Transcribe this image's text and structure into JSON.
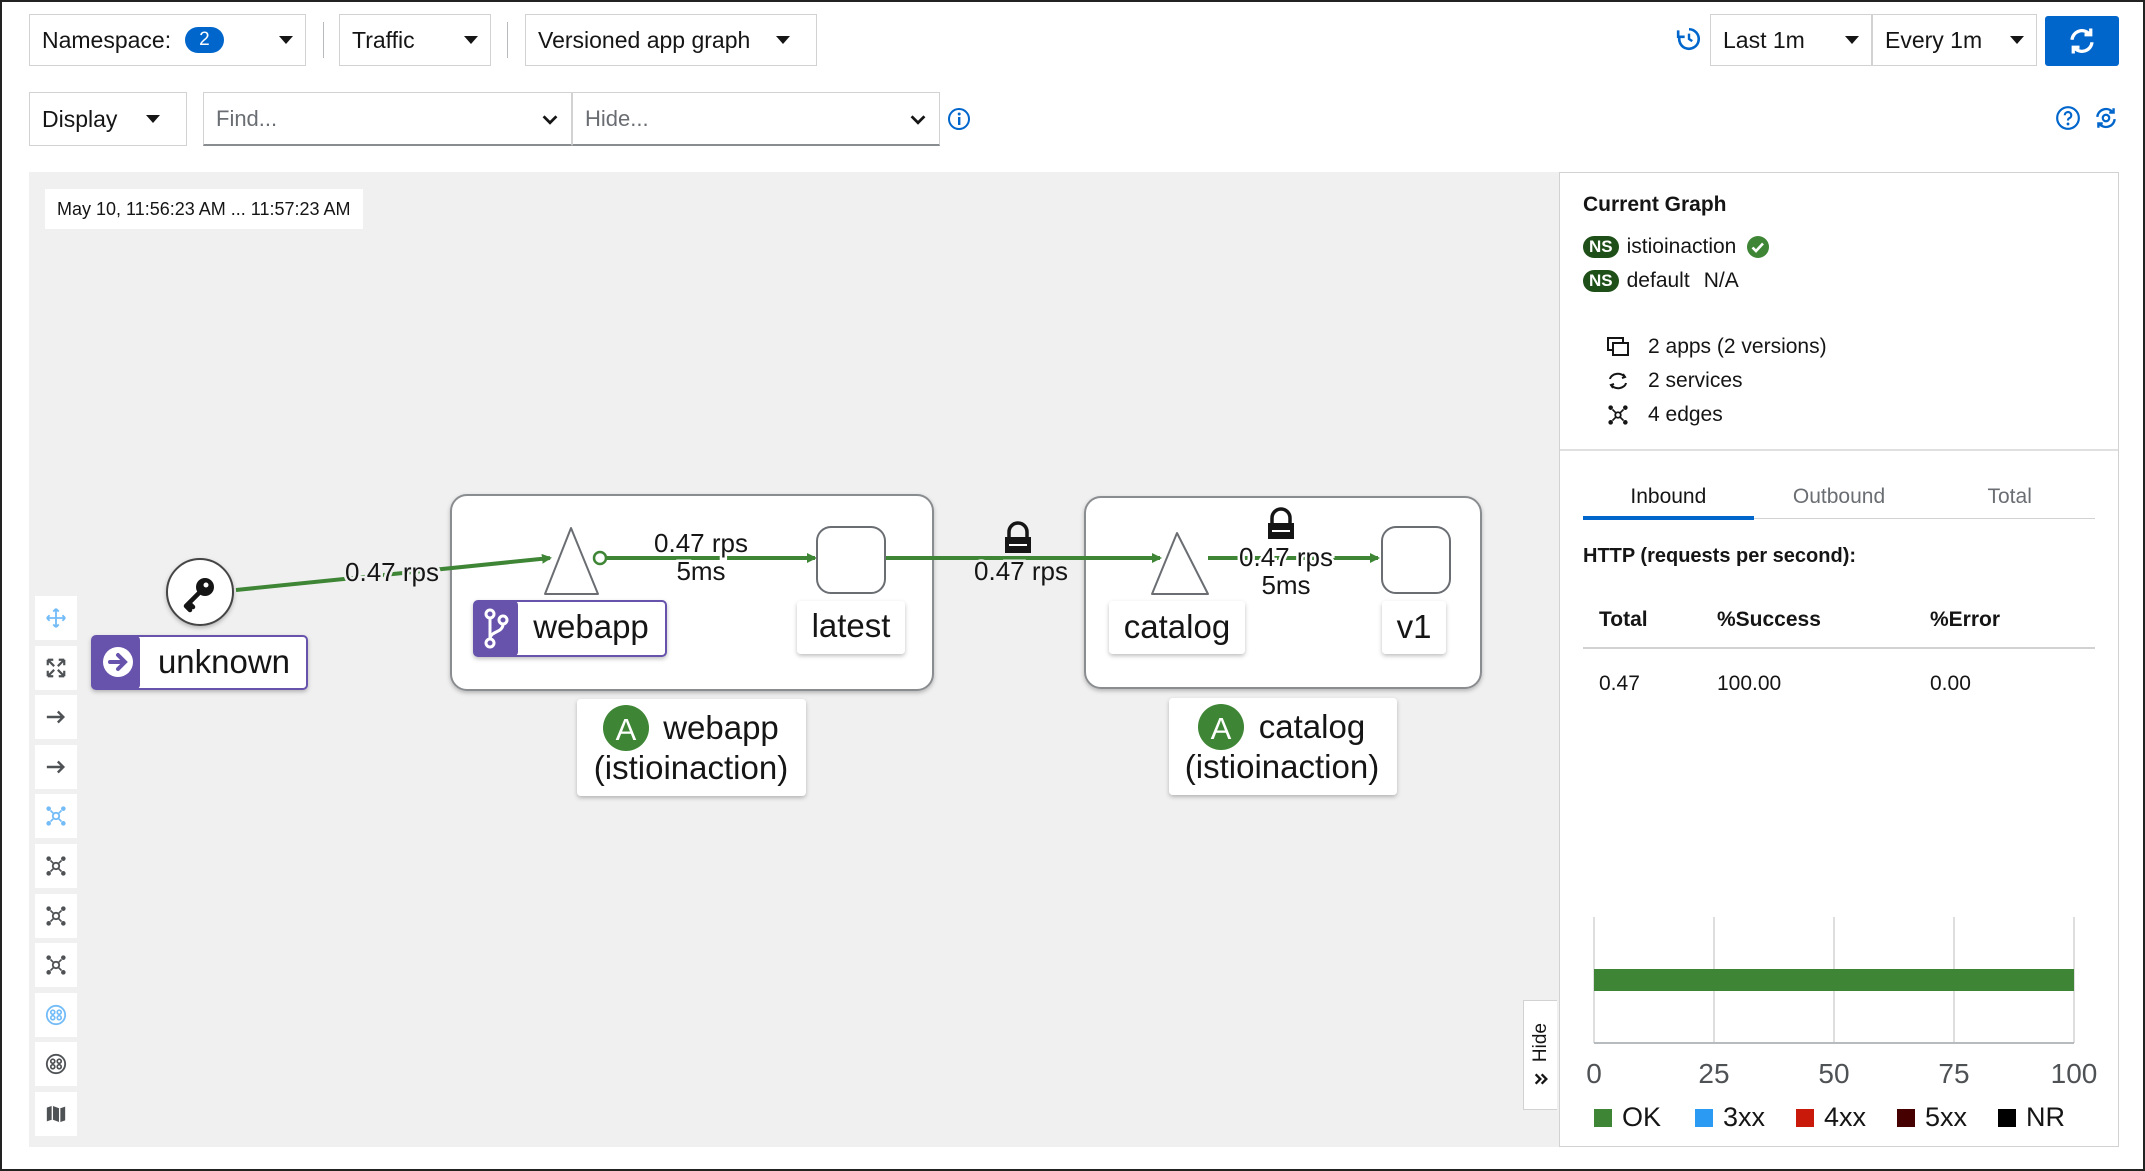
{
  "toolbar": {
    "namespace_label": "Namespace:",
    "namespace_count": "2",
    "traffic_label": "Traffic",
    "graph_type_label": "Versioned app graph",
    "duration_label": "Last 1m",
    "refresh_interval_label": "Every 1m",
    "display_label": "Display",
    "find_placeholder": "Find...",
    "hide_placeholder": "Hide..."
  },
  "graph": {
    "timestamp": "May 10, 11:56:23 AM ... 11:57:23 AM",
    "nodes": {
      "unknown": "unknown",
      "webapp_service": "webapp",
      "webapp_version": "latest",
      "catalog_service": "catalog",
      "catalog_version": "v1"
    },
    "boxes": {
      "webapp_badge": "A",
      "webapp_name": "webapp",
      "webapp_ns": "(istioinaction)",
      "catalog_badge": "A",
      "catalog_name": "catalog",
      "catalog_ns": "(istioinaction)"
    },
    "edges": {
      "unknown_to_webapp_rps": "0.47 rps",
      "webapp_internal_rps": "0.47 rps",
      "webapp_internal_latency": "5ms",
      "webapp_to_catalog_rps": "0.47 rps",
      "catalog_internal_rps": "0.47 rps",
      "catalog_internal_latency": "5ms"
    },
    "hide_label": "Hide"
  },
  "panel": {
    "title": "Current Graph",
    "ns_badge": "NS",
    "namespaces": [
      {
        "name": "istioinaction",
        "status": "ok"
      },
      {
        "name": "default",
        "status": "N/A"
      }
    ],
    "stats": {
      "apps": "2 apps (2 versions)",
      "services": "2 services",
      "edges": "4 edges"
    },
    "tabs": [
      "Inbound",
      "Outbound",
      "Total"
    ],
    "active_tab": "Inbound",
    "http_title": "HTTP (requests per second):",
    "table": {
      "headers": [
        "Total",
        "%Success",
        "%Error"
      ],
      "row": [
        "0.47",
        "100.00",
        "0.00"
      ]
    }
  },
  "chart_data": {
    "type": "bar",
    "orientation": "horizontal",
    "stacked": true,
    "xlim": [
      0,
      100
    ],
    "ticks": [
      "0",
      "25",
      "50",
      "75",
      "100"
    ],
    "series": [
      {
        "name": "OK",
        "values": [
          100
        ],
        "color": "#3e8635"
      },
      {
        "name": "3xx",
        "values": [
          0
        ],
        "color": "#2b9af3"
      },
      {
        "name": "4xx",
        "values": [
          0
        ],
        "color": "#c9190b"
      },
      {
        "name": "5xx",
        "values": [
          0
        ],
        "color": "#470000"
      },
      {
        "name": "NR",
        "values": [
          0
        ],
        "color": "#000000"
      }
    ],
    "legend_position": "bottom",
    "grid": true
  },
  "colors": {
    "accent": "#0066cc",
    "edge": "#3e8635",
    "app_badge": "#3e8635",
    "service_icon": "#6753ac",
    "ns_badge": "#1e4f18"
  }
}
